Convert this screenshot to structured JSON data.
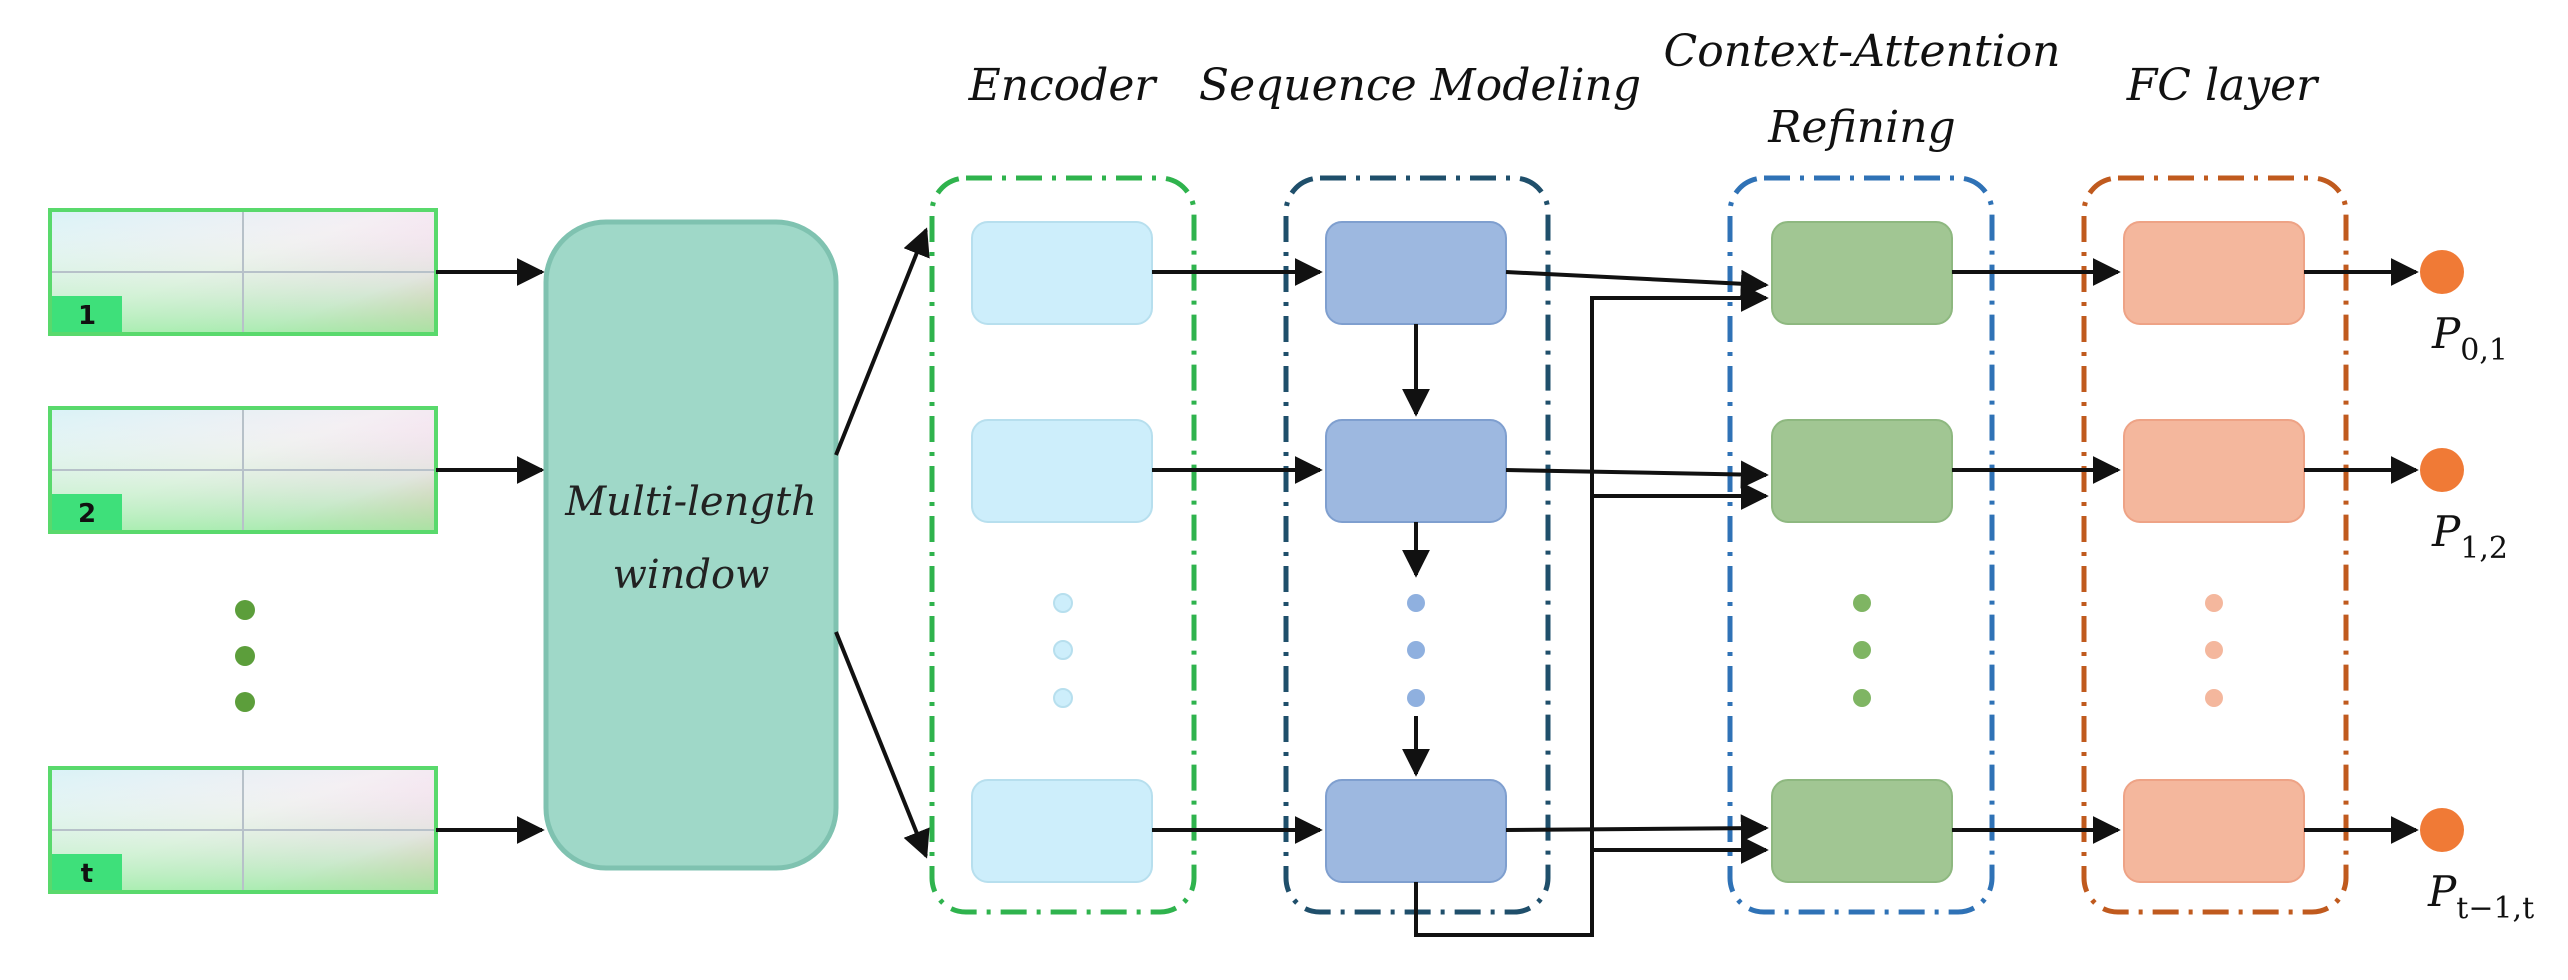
{
  "titles": {
    "encoder": "Encoder",
    "sequence_modeling": "Sequence Modeling",
    "context_attention_line1": "Context-Attention",
    "context_attention_line2": "Refining",
    "fc_layer": "FC layer"
  },
  "multi_length_window": {
    "line1": "Multi-length",
    "line2": "window"
  },
  "frames": [
    "1",
    "2",
    "t"
  ],
  "outputs": [
    {
      "symbol": "P",
      "subscript": "0,1"
    },
    {
      "symbol": "P",
      "subscript": "1,2"
    },
    {
      "symbol": "P",
      "subscript": "t−1,t"
    }
  ],
  "colors": {
    "encoder_frame": "#2fb34d",
    "encoder_block": "#cdeefb",
    "sequence_frame": "#1f4f6b",
    "sequence_block": "#9db8e0",
    "attention_frame": "#2f72b6",
    "attention_block": "#a1c693",
    "fc_frame": "#c05a1e",
    "fc_block": "#f4b79d",
    "window_block": "#9fd8c8",
    "window_border": "#7fc2b0",
    "output_dot": "#f07a36",
    "frame_border": "#59d96c",
    "frame_label_bg": "#3ee07a"
  }
}
